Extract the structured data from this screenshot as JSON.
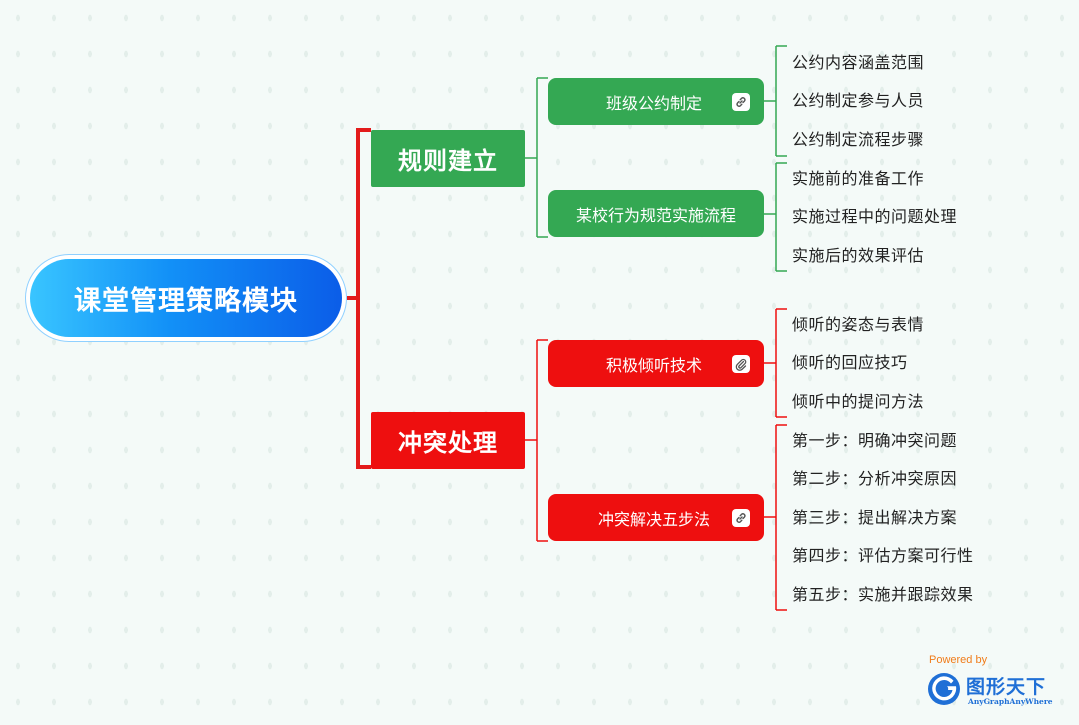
{
  "root": {
    "label": "课堂管理策略模块"
  },
  "branches": [
    {
      "label": "规则建立",
      "color": "#34a853",
      "children": [
        {
          "label": "班级公约制定",
          "icon": "link-icon",
          "leaves": [
            "公约内容涵盖范围",
            "公约制定参与人员",
            "公约制定流程步骤"
          ]
        },
        {
          "label": "某校行为规范实施流程",
          "leaves": [
            "实施前的准备工作",
            "实施过程中的问题处理",
            "实施后的效果评估"
          ]
        }
      ]
    },
    {
      "label": "冲突处理",
      "color": "#ee0f0f",
      "children": [
        {
          "label": "积极倾听技术",
          "icon": "paperclip-icon",
          "leaves": [
            "倾听的姿态与表情",
            "倾听的回应技巧",
            "倾听中的提问方法"
          ]
        },
        {
          "label": "冲突解决五步法",
          "icon": "link-icon",
          "leaves": [
            "第一步：明确冲突问题",
            "第二步：分析冲突原因",
            "第三步：提出解决方案",
            "第四步：评估方案可行性",
            "第五步：实施并跟踪效果"
          ]
        }
      ]
    }
  ],
  "branding": {
    "powered_by": "Powered by",
    "name": "图形天下",
    "subtitle": "AnyGraphAnyWhere"
  }
}
